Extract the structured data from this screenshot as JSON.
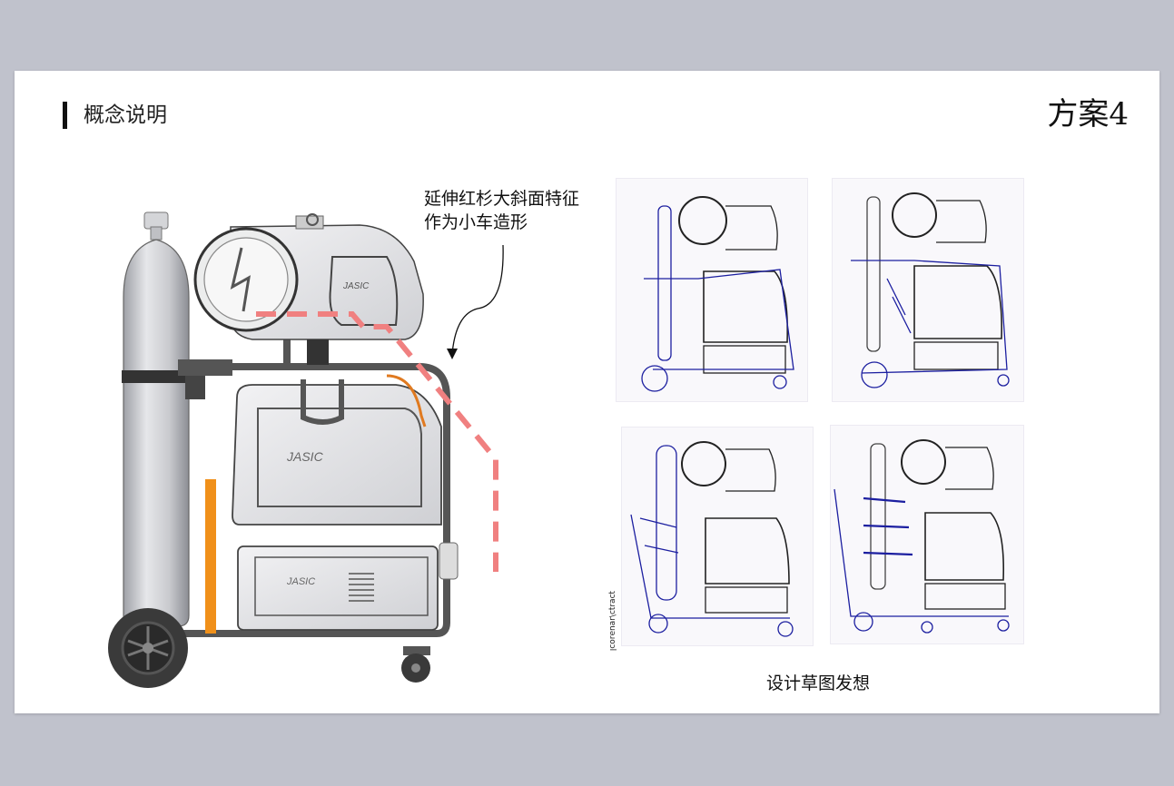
{
  "header": {
    "section_title": "概念说明",
    "scheme_label": "方案4"
  },
  "annotation": {
    "line1": "延伸红杉大斜面特征",
    "line2": "作为小车造形"
  },
  "sketch_caption": "设计草图发想",
  "sketch_side_text": "ʇɔɐɹʇɔ\\ɹɐuǝɹoɔl",
  "colors": {
    "dashed_line": "#f08080",
    "handle_orange": "#f0901a",
    "sketch_ink": "#1c1fa0"
  }
}
